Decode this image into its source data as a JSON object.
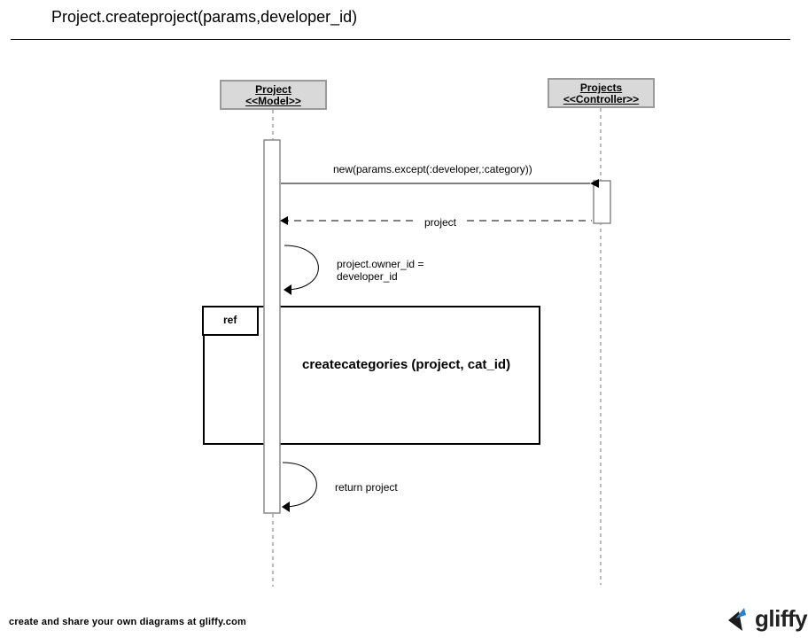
{
  "title": "Project.createproject(params,developer_id)",
  "lifelines": [
    {
      "line1": "Project",
      "line2": "<<Model>>"
    },
    {
      "line1": "Projects",
      "line2": "<<Controller>>"
    }
  ],
  "messages": {
    "new_call": "new(params.except(:developer,:category))",
    "return_project": "project",
    "self_assign_line1": "project.owner_id =",
    "self_assign_line2": "developer_id",
    "return_final": "return project"
  },
  "ref_frame": {
    "tag": "ref",
    "body": "createcategories (project, cat_id)"
  },
  "footer": "create and share your own diagrams at gliffy.com",
  "logo": {
    "text": "gliffy"
  },
  "colors": {
    "head_fill": "#d9d9d9",
    "head_border": "#9a9a9a",
    "line": "#000000",
    "dash": "#777777"
  }
}
